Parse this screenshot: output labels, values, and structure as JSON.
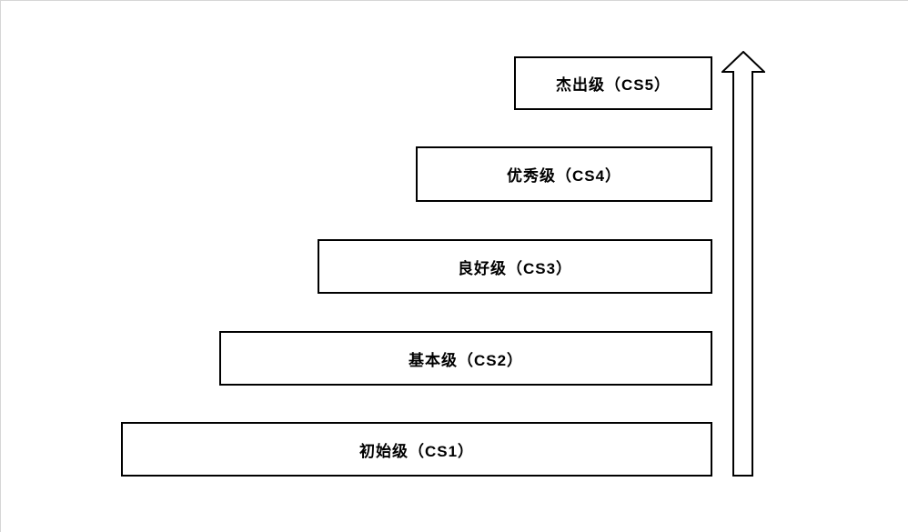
{
  "diagram": {
    "type": "maturity-ladder",
    "direction": "ascending-left-to-right-bottom-to-top",
    "levels": [
      {
        "label": "杰出级（CS5）",
        "code": "CS5",
        "name": "杰出级",
        "rank": 5
      },
      {
        "label": "优秀级（CS4）",
        "code": "CS4",
        "name": "优秀级",
        "rank": 4
      },
      {
        "label": "良好级（CS3）",
        "code": "CS3",
        "name": "良好级",
        "rank": 3
      },
      {
        "label": "基本级（CS2）",
        "code": "CS2",
        "name": "基本级",
        "rank": 2
      },
      {
        "label": "初始级（CS1）",
        "code": "CS1",
        "name": "初始级",
        "rank": 1
      }
    ],
    "arrow": {
      "icon": "up-arrow-icon",
      "direction": "up",
      "style": "hollow-block-arrow"
    }
  },
  "colors": {
    "background": "#ffffff",
    "box_border": "#000000",
    "box_fill": "#ffffff",
    "text": "#000000",
    "page_edge": "#d6d6d6"
  }
}
